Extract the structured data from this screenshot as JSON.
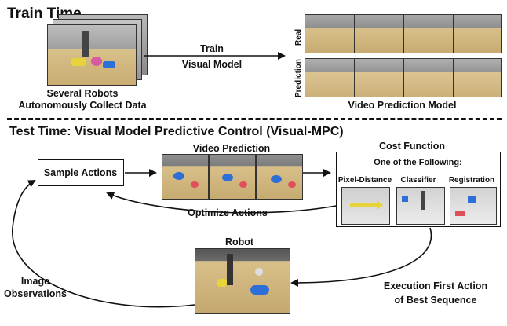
{
  "train": {
    "heading": "Train Time",
    "robots_caption_line1": "Several Robots",
    "robots_caption_line2": "Autonomously Collect Data",
    "arrow_label_line1": "Train",
    "arrow_label_line2": "Visual Model",
    "row_label_real": "Real",
    "row_label_prediction": "Prediction",
    "video_model_caption": "Video Prediction Model"
  },
  "test": {
    "heading": "Test Time: Visual Model Predictive Control (Visual-MPC)",
    "sample_actions": "Sample Actions",
    "video_prediction": "Video Prediction",
    "cost_function": "Cost Function",
    "one_of_following": "One of the Following:",
    "pixel_distance": "Pixel-Distance",
    "classifier": "Classifier",
    "registration": "Registration",
    "optimize_actions": "Optimize Actions",
    "robot": "Robot",
    "image_obs_line1": "Image",
    "image_obs_line2": "Observations",
    "exec_line1": "Execution First Action",
    "exec_line2": "of Best Sequence"
  },
  "colors": {
    "arrow": "#111111",
    "table_wood": "#d8c08a",
    "green_goal": "#2fae45",
    "yellow_object": "#e9d33a",
    "blue_object": "#2d6fd6"
  }
}
